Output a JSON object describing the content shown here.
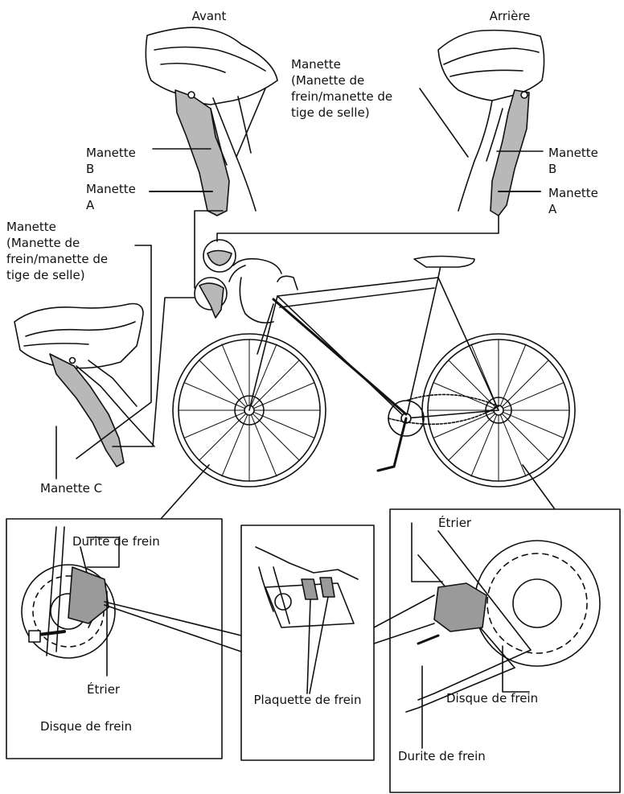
{
  "labels": {
    "front_heading": "Avant",
    "rear_heading": "Arrière",
    "front_lever": "Manette\n(Manette de\nfrein/manette de\ntige de selle)",
    "front_lever_b": "Manette\nB",
    "front_lever_a": "Manette\nA",
    "rear_lever_b": "Manette\nB",
    "rear_lever_a": "Manette\nA",
    "side_lever": "Manette\n(Manette de\nfrein/manette de\ntige de selle)",
    "lever_c": "Manette C",
    "front_hose": "Durite de frein",
    "front_caliper": "Étrier",
    "front_disc": "Disque de frein",
    "brake_pad": "Plaquette de frein",
    "rear_caliper": "Étrier",
    "rear_disc": "Disque de frein",
    "rear_hose": "Durite de frein"
  },
  "colors": {
    "line": "#111111",
    "lever_fill": "#b8b8b8",
    "hood_fill": "#ffffff",
    "pad_fill": "#9a9a9a"
  }
}
